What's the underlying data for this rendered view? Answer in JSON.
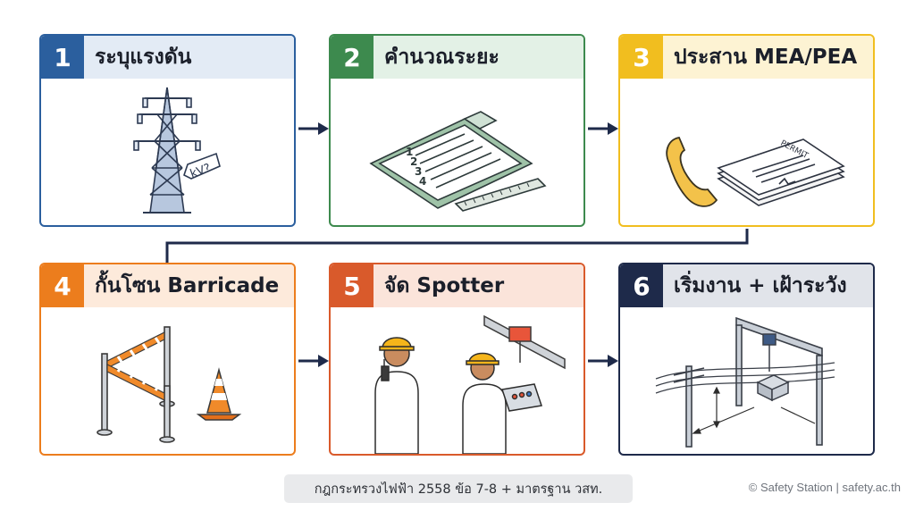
{
  "colors": {
    "blue": "#2b5f9e",
    "green": "#3d8a4e",
    "yellow": "#f1be1f",
    "orange": "#ec7d1d",
    "red_orange": "#d95a2b",
    "navy": "#1e2a4a",
    "connector": "#1e2a4a"
  },
  "steps": [
    {
      "number": "1",
      "title": "ระบุแรงดัน",
      "icon": "transmission-tower-icon",
      "tag": "kV?"
    },
    {
      "number": "2",
      "title": "คำนวณระยะ",
      "icon": "clipboard-ruler-icon",
      "list_numbers": [
        "1",
        "2",
        "3",
        "4"
      ]
    },
    {
      "number": "3",
      "title": "ประสาน MEA/PEA",
      "icon": "phone-permit-icon",
      "permit_label": "PERMIT"
    },
    {
      "number": "4",
      "title": "กั้นโซน Barricade",
      "icon": "barricade-cone-icon"
    },
    {
      "number": "5",
      "title": "จัด Spotter",
      "icon": "spotter-workers-icon"
    },
    {
      "number": "6",
      "title": "เริ่มงาน + เฝ้าระวัง",
      "icon": "crane-powerline-icon"
    }
  ],
  "footer": {
    "reference": "กฎกระทรวงไฟฟ้า 2558 ข้อ 7-8 + มาตรฐาน วสท.",
    "credit": "© Safety Station | safety.ac.th"
  }
}
